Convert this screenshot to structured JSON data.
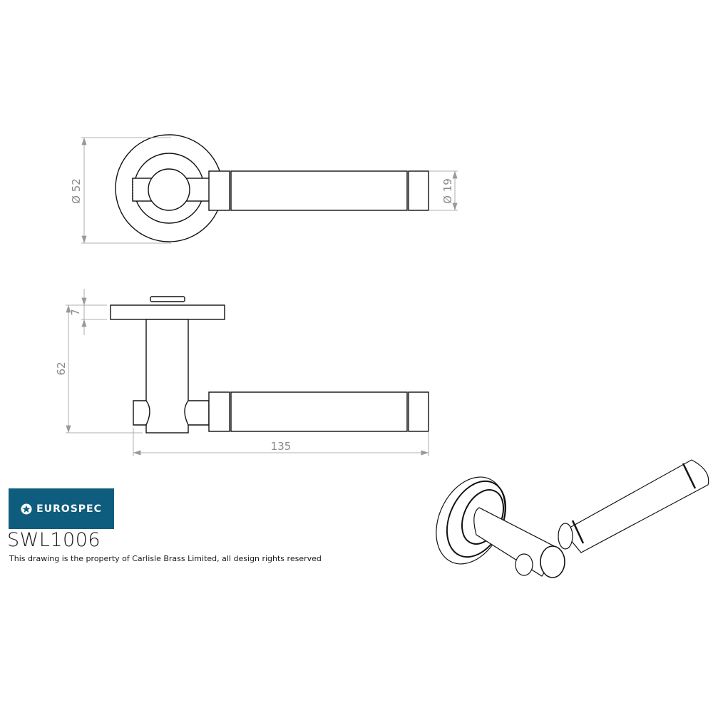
{
  "brand": {
    "name": "EUROSPEC",
    "color": "#0f5d7e",
    "icon": "star-circle-icon"
  },
  "product": {
    "model": "SWL1006",
    "copyright": "This drawing is the property of Carlisle Brass Limited, all design rights reserved"
  },
  "dimensions": {
    "rose_diameter": "Ø 52",
    "lever_diameter": "Ø 19",
    "rose_thickness": "7",
    "projection": "62",
    "lever_length": "135"
  },
  "views": [
    "front-view",
    "top-view",
    "isometric-view"
  ]
}
